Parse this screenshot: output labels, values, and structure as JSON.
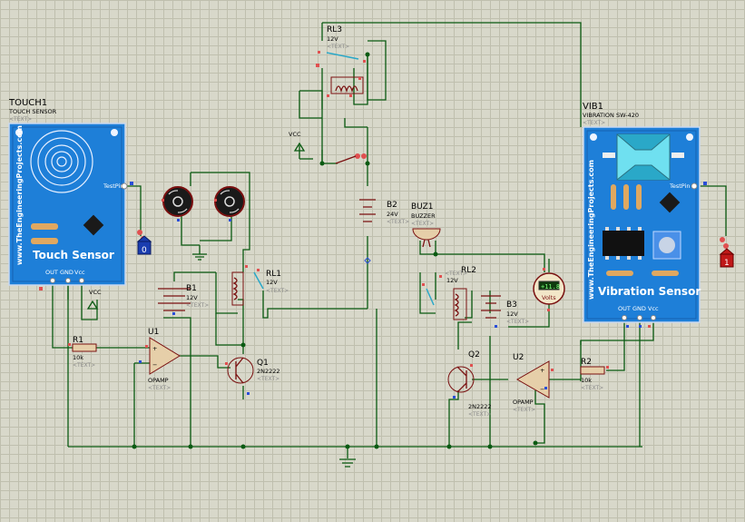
{
  "touch_module": {
    "ref": "TOUCH1",
    "part": "TOUCH SENSOR",
    "text_tag": "<TEXT>",
    "board_label": "Touch Sensor",
    "site": "www.TheEngineeringProjects.com",
    "pins": [
      "OUT",
      "GND",
      "Vcc"
    ],
    "test_pin": "TestPin",
    "vcc_label": "VCC",
    "logic_probe": "0"
  },
  "vib_module": {
    "ref": "VIB1",
    "part": "VIBRATION SW-420",
    "text_tag": "<TEXT>",
    "board_label": "Vibration Sensor",
    "site": "www.TheEngineeringProjects.com",
    "pins": [
      "OUT",
      "GND",
      "Vcc"
    ],
    "test_pin": "TestPin",
    "logic_probe": "1"
  },
  "components": {
    "R1": {
      "ref": "R1",
      "value": "10k",
      "text": "<TEXT>"
    },
    "R2": {
      "ref": "R2",
      "value": "10k",
      "text": "<TEXT>"
    },
    "U1": {
      "ref": "U1",
      "part": "OPAMP",
      "text": "<TEXT>"
    },
    "U2": {
      "ref": "U2",
      "part": "OPAMP",
      "text": "<TEXT>"
    },
    "Q1": {
      "ref": "Q1",
      "part": "2N2222",
      "text": "<TEXT>"
    },
    "Q2": {
      "ref": "Q2",
      "part": "2N2222",
      "text": "<TEXT>"
    },
    "B1": {
      "ref": "B1",
      "value": "12V",
      "text": "<TEXT>"
    },
    "B2": {
      "ref": "B2",
      "value": "24V",
      "text": "<TEXT>"
    },
    "B3": {
      "ref": "B3",
      "value": "12V",
      "text": "<TEXT>"
    },
    "RL1": {
      "ref": "RL1",
      "value": "12V",
      "text": "<TEXT>"
    },
    "RL2": {
      "ref": "RL2",
      "value": "12V",
      "text": "<TEXT>"
    },
    "RL3": {
      "ref": "RL3",
      "value": "12V",
      "text": "<TEXT>"
    },
    "BUZ1": {
      "ref": "BUZ1",
      "part": "BUZZER",
      "text": "<TEXT>"
    },
    "vcc_terminal": "VCC",
    "voltmeter": {
      "reading": "+11.8",
      "unit": "Volts"
    }
  },
  "colors": {
    "wire": "#0a5a12",
    "component": "#7a1010",
    "module_blue": "#1e7fd8",
    "grid_bg": "#d8d8ca"
  }
}
